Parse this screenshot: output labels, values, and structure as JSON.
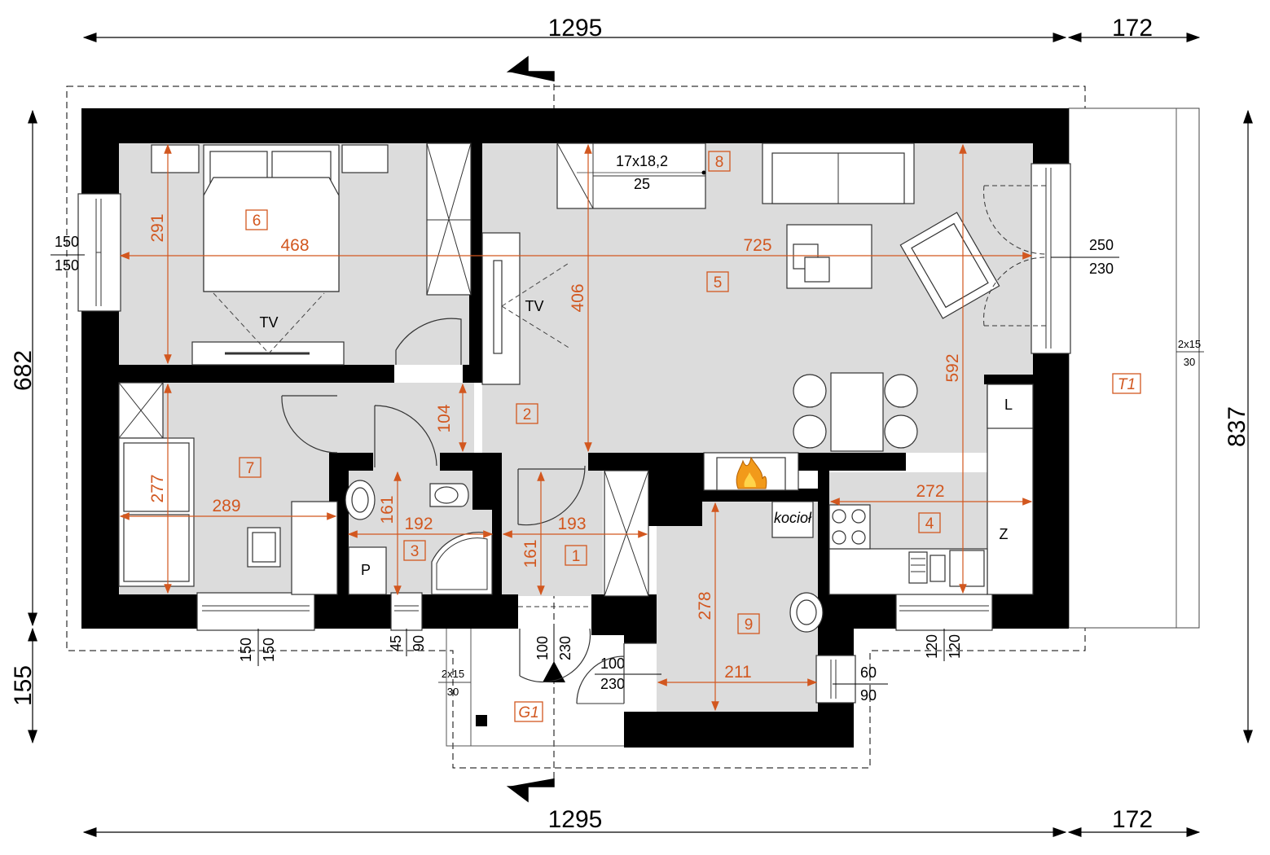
{
  "outer_dims": {
    "top_left": "1295",
    "top_right": "172",
    "bottom_left": "1295",
    "bottom_right": "172",
    "left_top": "682",
    "left_bottom": "155",
    "right": "837"
  },
  "rooms": {
    "r1": "1",
    "r2": "2",
    "r3": "3",
    "r4": "4",
    "r5": "5",
    "r6": "6",
    "r7": "7",
    "r8": "8",
    "r9": "9",
    "g1": "G1",
    "t1": "T1"
  },
  "inner_dims": {
    "bed_h": "291",
    "bed_w": "468",
    "living_w": "725",
    "living_h": "406",
    "living_full_h": "592",
    "kitchen_w": "272",
    "hall_h": "104",
    "room7_h": "277",
    "room7_w": "289",
    "bath_h": "161",
    "bath_w": "192",
    "hall1_h": "161",
    "hall1_w": "193",
    "boiler_h": "278",
    "boiler_w": "211"
  },
  "window_labels": {
    "w_left_top": "150",
    "w_left_bottom": "150",
    "w_right_top": "250",
    "w_right_bottom": "230",
    "w_b1_a": "150",
    "w_b1_b": "150",
    "w_b2_a": "45",
    "w_b2_b": "90",
    "w_b3_a": "120",
    "w_b3_b": "120",
    "w_side_a": "60",
    "w_side_b": "90",
    "door_main_a": "100",
    "door_main_b": "230",
    "door_side_a": "100",
    "door_side_b": "230"
  },
  "stairs": {
    "spec": "17x18,2",
    "width": "25"
  },
  "step_left": {
    "a": "2x15",
    "b": "30"
  },
  "step_right": {
    "a": "2x15",
    "b": "30"
  },
  "labels": {
    "tv_bed": "TV",
    "tv_living": "TV",
    "boiler": "kocioł",
    "fridge_l": "L",
    "fridge_z": "Z",
    "pantry_p": "P"
  }
}
